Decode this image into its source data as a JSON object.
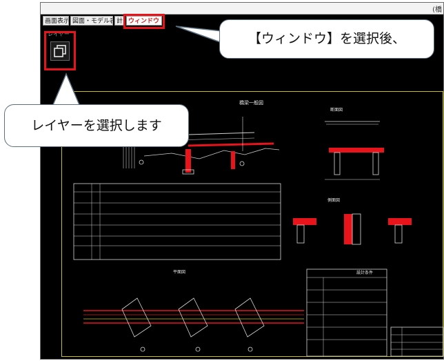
{
  "window": {
    "title_fragment": "(橋"
  },
  "tabs": [
    {
      "label": "画面表示",
      "active": false
    },
    {
      "label": "図面・モデル表示",
      "active": false
    },
    {
      "label": "計",
      "active": false
    },
    {
      "label": "ウィンドウ",
      "active": true
    }
  ],
  "panel": {
    "label": "レイヤー",
    "button_icon": "layers-icon"
  },
  "drawing": {
    "title_general": "橋梁一般図",
    "title_section": "断面図",
    "title_plan": "平面図",
    "title_elevation": "側面図",
    "table_title": "設計条件"
  },
  "callouts": {
    "top": "【ウィンドウ】を選択後、",
    "left": "レイヤーを選択します"
  },
  "colors": {
    "highlight": "#e8141b",
    "frame": "#c9c116",
    "callout_border": "#5b6f7e"
  }
}
